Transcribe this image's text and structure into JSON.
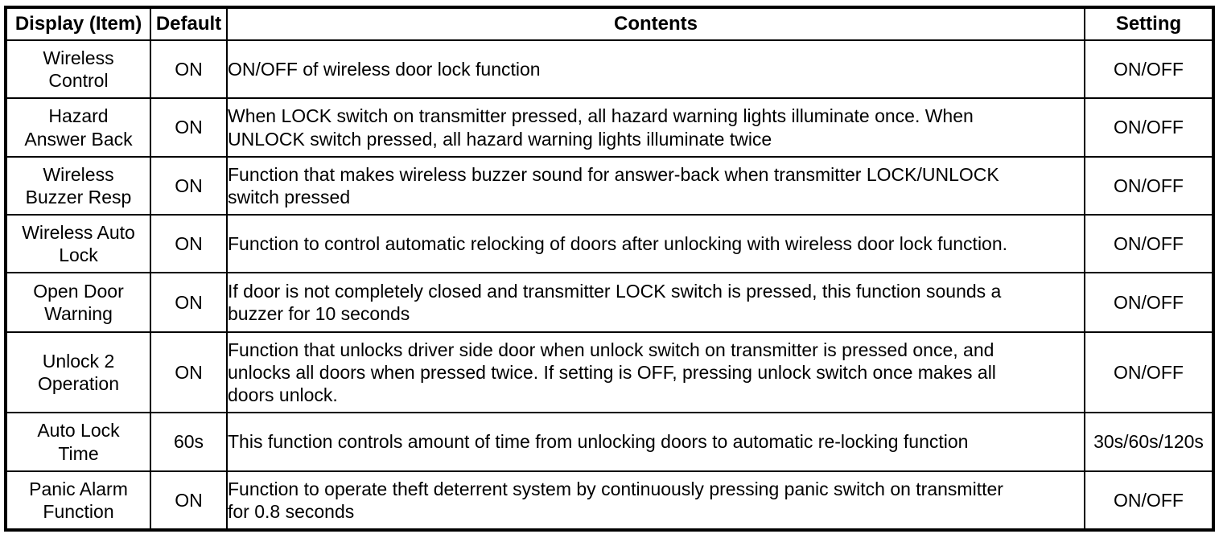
{
  "table": {
    "headers": [
      {
        "key": "item",
        "label": "Display (Item)"
      },
      {
        "key": "default",
        "label": "Default"
      },
      {
        "key": "contents",
        "label": "Contents"
      },
      {
        "key": "setting",
        "label": "Setting"
      }
    ],
    "rows": [
      {
        "item_lines": [
          "Wireless",
          "Control"
        ],
        "default": "ON",
        "contents_lines": [
          "ON/OFF of wireless door lock function"
        ],
        "setting": "ON/OFF"
      },
      {
        "item_lines": [
          "Hazard",
          "Answer Back"
        ],
        "default": "ON",
        "contents_lines": [
          "When LOCK switch on transmitter pressed, all hazard warning lights illuminate once. When",
          "UNLOCK switch pressed, all hazard warning lights illuminate twice"
        ],
        "setting": "ON/OFF"
      },
      {
        "item_lines": [
          "Wireless",
          "Buzzer Resp"
        ],
        "default": "ON",
        "contents_lines": [
          "Function that makes wireless buzzer sound for answer-back when transmitter LOCK/UNLOCK",
          "switch pressed"
        ],
        "setting": "ON/OFF"
      },
      {
        "item_lines": [
          "Wireless Auto",
          "Lock"
        ],
        "default": "ON",
        "contents_lines": [
          "Function to control automatic relocking of doors after unlocking with wireless door lock function."
        ],
        "setting": "ON/OFF"
      },
      {
        "item_lines": [
          "Open Door",
          "Warning"
        ],
        "default": "ON",
        "contents_lines": [
          "If door is not completely closed and transmitter LOCK switch is pressed, this function sounds a",
          "buzzer for 10 seconds"
        ],
        "setting": "ON/OFF"
      },
      {
        "item_lines": [
          "Unlock 2",
          "Operation"
        ],
        "default": "ON",
        "contents_lines": [
          "Function that unlocks driver side door when unlock switch on transmitter is pressed once, and",
          "unlocks all doors when pressed twice. If setting is OFF, pressing unlock switch once makes all",
          "doors unlock."
        ],
        "setting": "ON/OFF"
      },
      {
        "item_lines": [
          "Auto Lock",
          "Time"
        ],
        "default": "60s",
        "contents_lines": [
          "This function controls amount of time from unlocking doors to automatic re-locking function"
        ],
        "setting": "30s/60s/120s"
      },
      {
        "item_lines": [
          "Panic Alarm",
          "Function"
        ],
        "default": "ON",
        "contents_lines": [
          "Function to operate theft deterrent system by continuously pressing panic switch on transmitter",
          "for 0.8 seconds"
        ],
        "setting": "ON/OFF"
      }
    ]
  },
  "colors": {
    "border": "#000000",
    "background": "#ffffff",
    "text": "#000000"
  }
}
